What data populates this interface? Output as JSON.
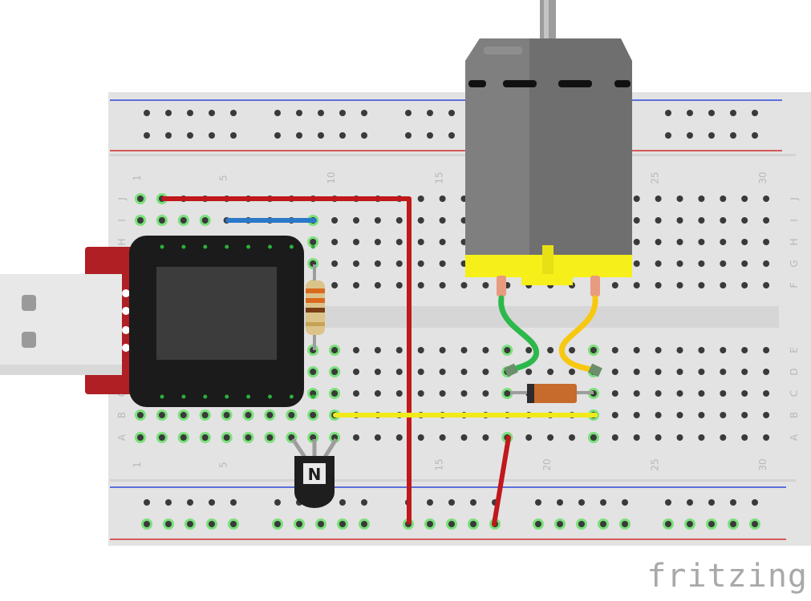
{
  "brand": "fritzing",
  "breadboard": {
    "columns": 30,
    "rows_top": [
      "J",
      "I",
      "H",
      "G",
      "F"
    ],
    "rows_bottom": [
      "E",
      "D",
      "C",
      "B",
      "A"
    ],
    "column_numbers": [
      "1",
      "5",
      "10",
      "15",
      "20",
      "25",
      "30"
    ]
  },
  "transistor": {
    "label": "N"
  },
  "colors": {
    "wire_red": "#c0181b",
    "wire_blue": "#2a78c8",
    "wire_yellow": "#f1ea1b",
    "wire_green": "#2db84b",
    "motor_yellow": "#f6ef19",
    "board": "#e3e3e3"
  }
}
